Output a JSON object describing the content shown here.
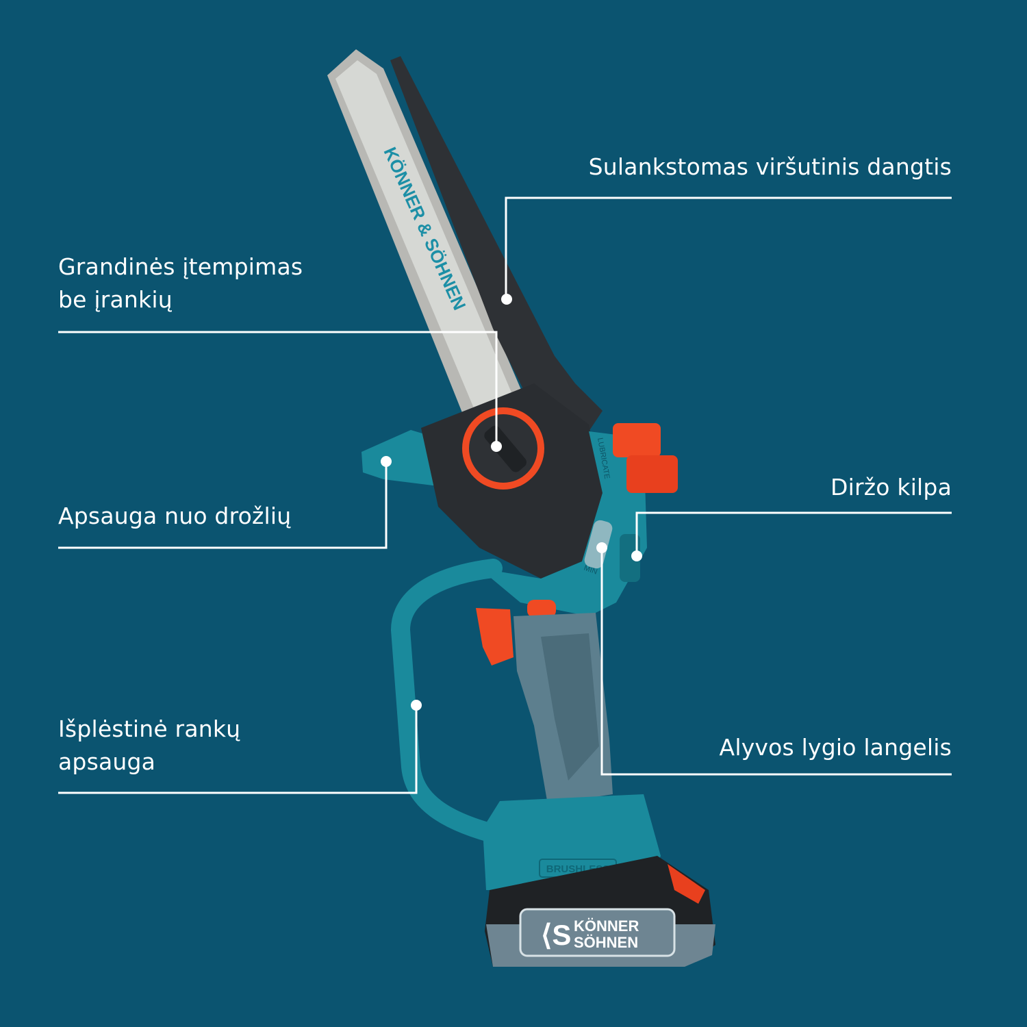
{
  "colors": {
    "background": "#0b5470",
    "callout": "#ffffff",
    "body_teal": "#1a8a9c",
    "accent_orange": "#f04a23",
    "dark": "#2a2d31"
  },
  "product": {
    "bar_brand": "KÖNNER & SÖHNEN",
    "battery_brand_line1": "KÖNNER",
    "battery_brand_line2": "SÖHNEN",
    "body_marking": "BRUSHLESS",
    "lubricate_marking": "LUBRICATE",
    "min_marking": "MIN"
  },
  "callouts": [
    {
      "id": "top-cover",
      "text": "Sulankstomas viršutinis dangtis"
    },
    {
      "id": "chain-tension",
      "line1": "Grandinės įtempimas",
      "line2": "be įrankių"
    },
    {
      "id": "chip-guard",
      "text": "Apsauga nuo drožlių"
    },
    {
      "id": "belt-loop",
      "text": "Diržo kilpa"
    },
    {
      "id": "hand-guard",
      "line1": "Išplėstinė rankų",
      "line2": "apsauga"
    },
    {
      "id": "oil-window",
      "text": "Alyvos lygio langelis"
    }
  ]
}
